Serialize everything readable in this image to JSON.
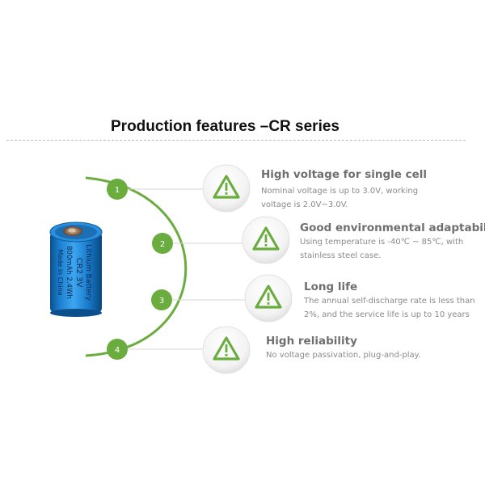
{
  "title": "Production features –CR series",
  "battery": {
    "line1": "Lithium Battery",
    "line2": "CR2   3V",
    "line3": "800mAh 2.4Wh",
    "line4": "Made in China"
  },
  "features": [
    {
      "number": "1",
      "title": "High voltage for single cell",
      "desc_line1": "Nominal voltage is up to 3.0V, working",
      "desc_line2": "voltage  is 2.0V~3.0V.",
      "icon": "warning-triangle-icon"
    },
    {
      "number": "2",
      "title": "Good environmental adaptability",
      "desc_line1": "Using temperature is -40℃ ~ 85℃, with",
      "desc_line2": "stainless steel case.",
      "icon": "warning-triangle-icon"
    },
    {
      "number": "3",
      "title": "Long life",
      "desc_line1": "The annual self-discharge rate is less than",
      "desc_line2": "2%, and the service life is up to 10 years",
      "icon": "warning-triangle-icon"
    },
    {
      "number": "4",
      "title": "High reliability",
      "desc_line1": "No voltage passivation, plug-and-play.",
      "desc_line2": "",
      "icon": "warning-triangle-icon"
    }
  ],
  "colors": {
    "accent_green": "#6aac3e",
    "battery_blue": "#1e84d2",
    "text_gray": "#7a7a7a"
  }
}
